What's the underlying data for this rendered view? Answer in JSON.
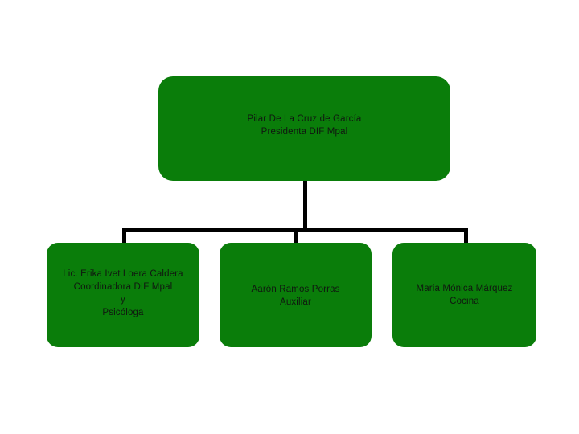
{
  "chart": {
    "type": "org-chart",
    "background_color": "#ffffff",
    "node_fill_color": "#0a7d0a",
    "node_text_color": "#101810",
    "connector_color": "#000000",
    "root": {
      "lines": [
        "Pilar De La Cruz de García",
        "Presidenta DIF Mpal"
      ]
    },
    "children": [
      {
        "lines": [
          "Lic. Erika Ivet Loera Caldera",
          "Coordinadora DIF Mpal",
          "y",
          "Psicóloga"
        ]
      },
      {
        "lines": [
          "Aarón Ramos Porras",
          "Auxiliar"
        ]
      },
      {
        "lines": [
          "Maria Mónica Márquez",
          "Cocina"
        ]
      }
    ]
  }
}
